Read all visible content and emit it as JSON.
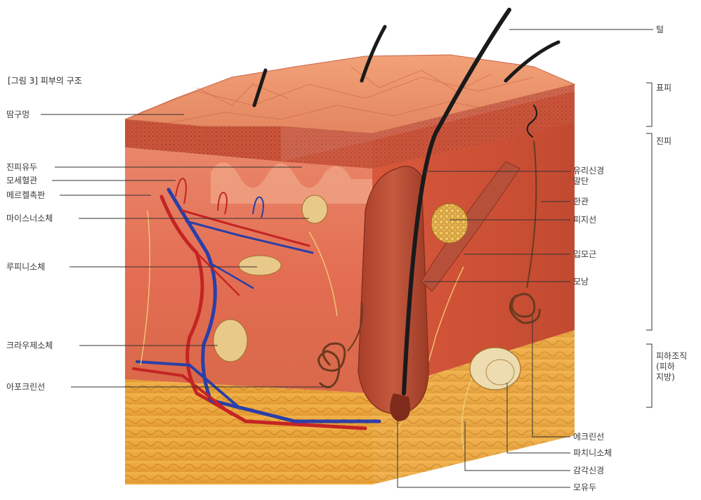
{
  "caption": "[그림 3] 피부의 구조",
  "labels_left": {
    "sweat_pore": "땀구멍",
    "dermal_papilla": "진피유두",
    "capillary": "모세혈관",
    "merkel_disc": "메르켈촉판",
    "meissner_corpuscle": "마이스너소체",
    "ruffini_corpuscle": "루피니소체",
    "krause_bulb": "크라우제소체",
    "apocrine_gland": "아포크린선"
  },
  "labels_right": {
    "hair": "털",
    "free_nerve_ending_1": "유리신경",
    "free_nerve_ending_2": "말단",
    "sweat_duct": "한관",
    "sebaceous_gland": "피지선",
    "arrector_pili": "입모근",
    "hair_follicle": "모낭"
  },
  "labels_bottom": {
    "eccrine_gland": "에크린선",
    "pacinian_corpuscle": "파치니소체",
    "sensory_nerve": "감각신경",
    "hair_papilla": "모유두"
  },
  "layers": {
    "epidermis": "표피",
    "dermis": "진피",
    "subcutis_1": "피하조직",
    "subcutis_2": "(피하",
    "subcutis_3": "지방)"
  }
}
